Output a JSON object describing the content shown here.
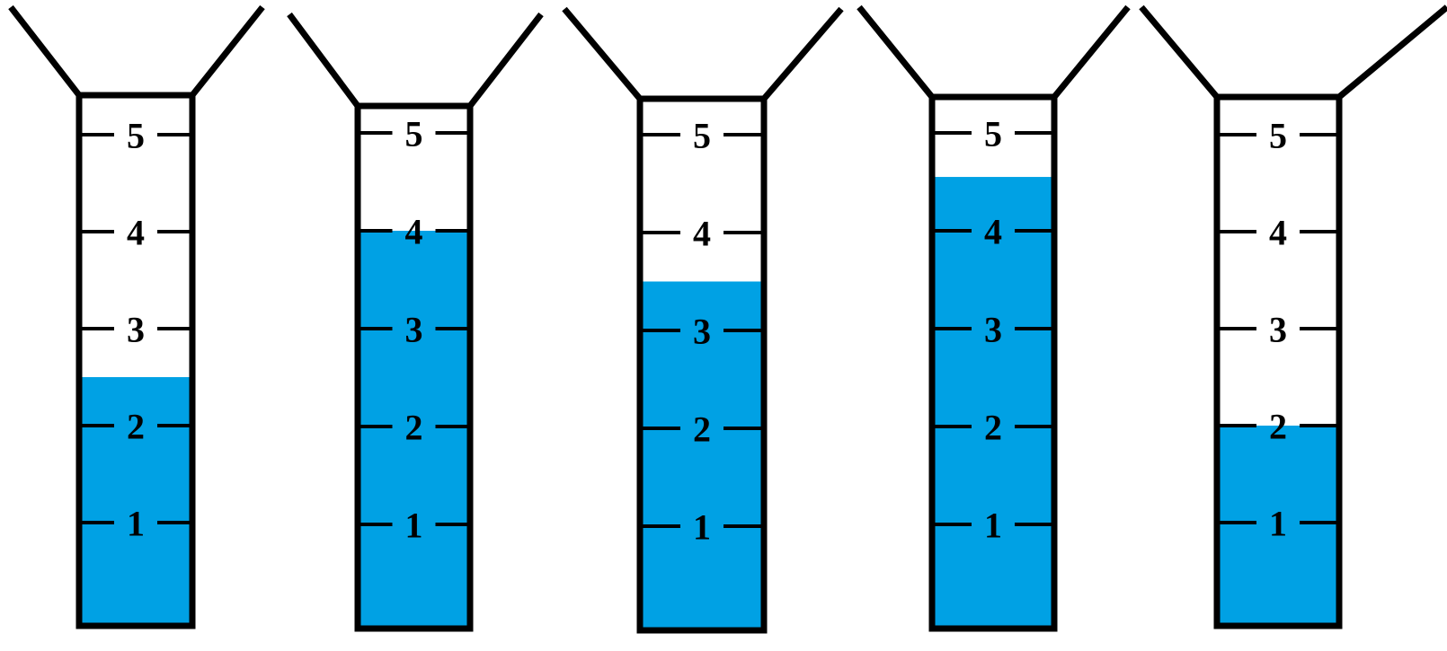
{
  "colors": {
    "liquid": "#00A1E4",
    "outline": "#000000",
    "background": "#FFFFFF"
  },
  "scale": {
    "min": 0,
    "max": 5,
    "ticks": [
      "1",
      "2",
      "3",
      "4",
      "5"
    ]
  },
  "tubes": [
    {
      "fill_level": 2.5
    },
    {
      "fill_level": 4.0
    },
    {
      "fill_level": 3.5
    },
    {
      "fill_level": 4.55
    },
    {
      "fill_level": 2.0
    }
  ]
}
